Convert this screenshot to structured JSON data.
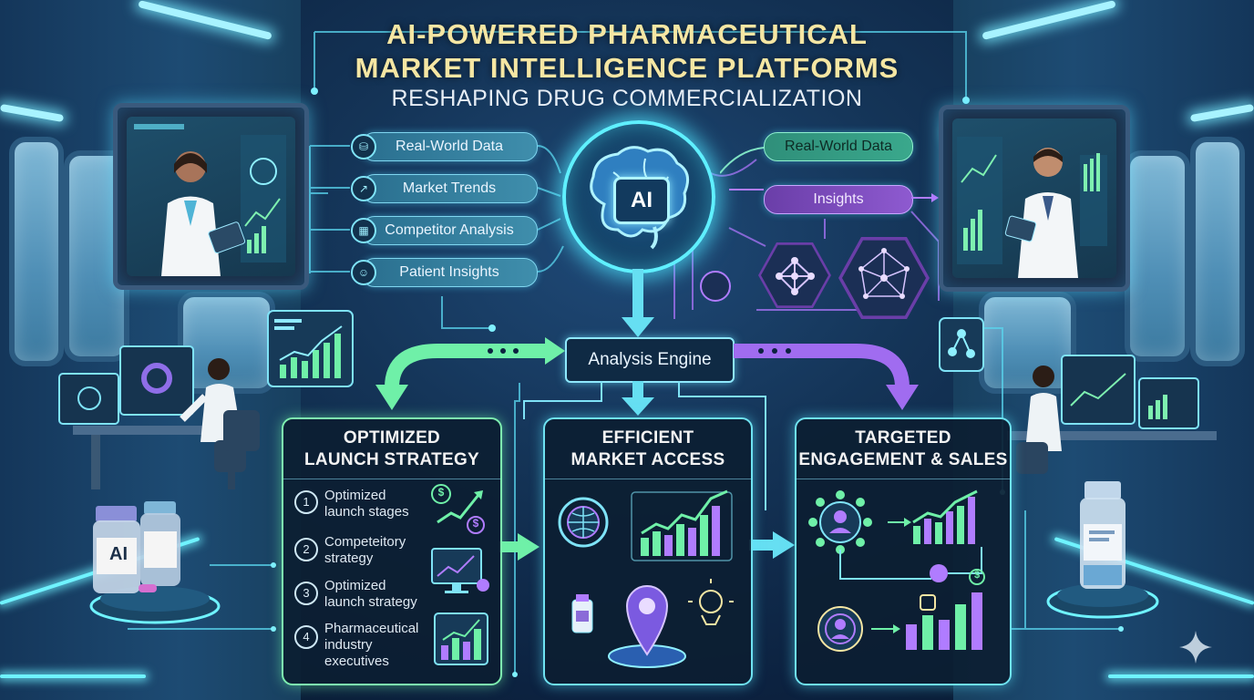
{
  "header": {
    "title_line1": "AI-POWERED PHARMACEUTICAL",
    "title_line2": "MARKET INTELLIGENCE PLATFORMS",
    "subtitle": "RESHAPING DRUG COMMERCIALIZATION"
  },
  "inputs": [
    {
      "label": "Real-World Data",
      "icon": "database-icon"
    },
    {
      "label": "Market Trends",
      "icon": "trend-chart-icon"
    },
    {
      "label": "Competitor Analysis",
      "icon": "building-icon"
    },
    {
      "label": "Patient Insights",
      "icon": "patient-icon"
    }
  ],
  "core": {
    "badge": "AI",
    "engine": "Analysis Engine"
  },
  "outputs": {
    "data": "Real-World Data",
    "insights": "Insights"
  },
  "panels": {
    "launch": {
      "title": "OPTIMIZED\nLAUNCH STRATEGY",
      "steps": [
        {
          "num": "1",
          "text": "Optimized\nlaunch stages"
        },
        {
          "num": "2",
          "text": "Competeitory\nstrategy"
        },
        {
          "num": "3",
          "text": "Optimized\nlaunch strategy"
        },
        {
          "num": "4",
          "text": "Pharmaceutical\nindustry\nexecutives"
        }
      ]
    },
    "access": {
      "title": "EFFICIENT\nMARKET ACCESS"
    },
    "engagement": {
      "title": "TARGETED\nENGAGEMENT & SALES"
    }
  },
  "decor": {
    "bottle_label": "AI",
    "currency_symbol": "$"
  },
  "colors": {
    "accent_cyan": "#5ff0ff",
    "accent_green": "#6ff0a8",
    "accent_purple": "#b07cff",
    "title_gold": "#f5e6a3"
  }
}
